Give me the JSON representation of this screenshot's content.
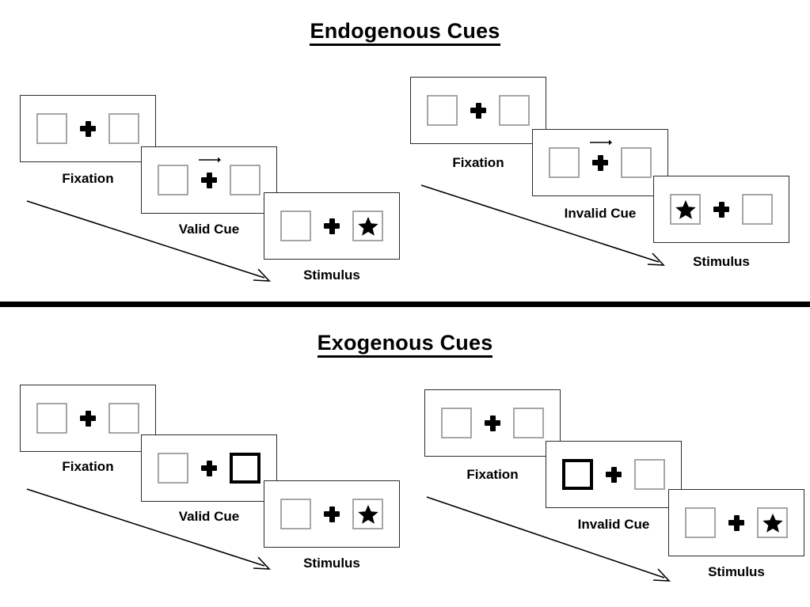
{
  "figure": {
    "sections": [
      {
        "id": "endogenous",
        "title": "Endogenous Cues",
        "sequences": [
          {
            "id": "endogenous-valid",
            "frames": [
              {
                "label": "Fixation",
                "cue_type": "none",
                "cued_side": "none",
                "star_side": "none"
              },
              {
                "label": "Valid Cue",
                "cue_type": "arrow",
                "cued_side": "right",
                "star_side": "none"
              },
              {
                "label": "Stimulus",
                "cue_type": "none",
                "cued_side": "none",
                "star_side": "right"
              }
            ]
          },
          {
            "id": "endogenous-invalid",
            "frames": [
              {
                "label": "Fixation",
                "cue_type": "none",
                "cued_side": "none",
                "star_side": "none"
              },
              {
                "label": "Invalid Cue",
                "cue_type": "arrow",
                "cued_side": "right",
                "star_side": "none"
              },
              {
                "label": "Stimulus",
                "cue_type": "none",
                "cued_side": "none",
                "star_side": "left"
              }
            ]
          }
        ]
      },
      {
        "id": "exogenous",
        "title": "Exogenous Cues",
        "sequences": [
          {
            "id": "exogenous-valid",
            "frames": [
              {
                "label": "Fixation",
                "cue_type": "none",
                "cued_side": "none",
                "star_side": "none"
              },
              {
                "label": "Valid Cue",
                "cue_type": "box-highlight",
                "cued_side": "right",
                "star_side": "none"
              },
              {
                "label": "Stimulus",
                "cue_type": "none",
                "cued_side": "none",
                "star_side": "right"
              }
            ]
          },
          {
            "id": "exogenous-invalid",
            "frames": [
              {
                "label": "Fixation",
                "cue_type": "none",
                "cued_side": "none",
                "star_side": "none"
              },
              {
                "label": "Invalid Cue",
                "cue_type": "box-highlight",
                "cued_side": "left",
                "star_side": "none"
              },
              {
                "label": "Stimulus",
                "cue_type": "none",
                "cued_side": "none",
                "star_side": "right"
              }
            ]
          }
        ]
      }
    ],
    "time_arrows": [
      {
        "id": "time-arrow-endogenous-valid"
      },
      {
        "id": "time-arrow-endogenous-invalid"
      },
      {
        "id": "time-arrow-exogenous-valid"
      },
      {
        "id": "time-arrow-exogenous-invalid"
      }
    ],
    "colors": {
      "background": "#ffffff",
      "ink": "#000000",
      "panel_border": "#2b2b2b",
      "box_border": "#a6a6a6",
      "cue_border": "#000000",
      "divider": "#000000"
    }
  }
}
